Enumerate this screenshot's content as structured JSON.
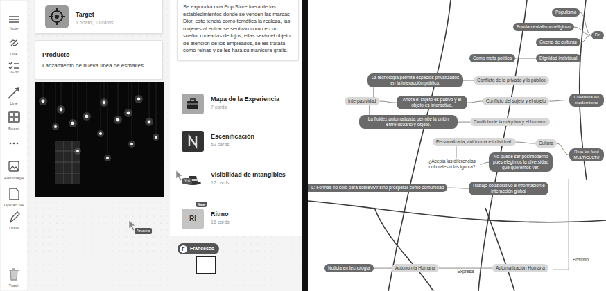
{
  "diagram": {
    "nodes": [
      {
        "text": [
          "Target",
          "1 board, 10 cards"
        ]
      },
      {
        "text": [
          "Se expondrá una Pop Store fuera de los establecimientos donde se venden las marcas Dior, este tendrá como temática la realeza, las mujeres al entrar se sentirán como en un sueño, rodeadas de lujos, ellas serán el objeto de atención de los empleados, se les tratará como reinas y se les hará su manicura gratis."
        ]
      },
      {
        "text": [
          "Producto",
          "Lanzamiento de nueva línea de esmaltes"
        ]
      },
      {
        "text": [
          "Mapa de la Experiencia",
          "7 cards"
        ]
      },
      {
        "text": [
          "Escenificación",
          "52 cards"
        ]
      },
      {
        "text": [
          "Visibilidad de Intangibles",
          "12 cards"
        ]
      },
      {
        "text": [
          "Ritmo",
          "16 cards"
        ]
      },
      {
        "text": [
          "Populismo"
        ]
      },
      {
        "text": [
          "Fundamentalismo religioso"
        ]
      },
      {
        "text": [
          "Fin"
        ]
      },
      {
        "text": [
          "Guerra de culturas"
        ]
      },
      {
        "text": [
          "Como meta política"
        ]
      },
      {
        "text": [
          "Dignidad individual"
        ]
      },
      {
        "text": [
          "La tecnología permite espacios privatizados en la interacción pública."
        ]
      },
      {
        "text": [
          "Conflicto de lo privado y lo público"
        ]
      },
      {
        "text": [
          "Interpasividad"
        ]
      },
      {
        "text": [
          "Ahora el sujeto es pasivo y el objeto es interactivo."
        ]
      },
      {
        "text": [
          "Conflicto del sujeto y el objeto"
        ]
      },
      {
        "text": [
          "Cuestiona los modernismo"
        ]
      },
      {
        "text": [
          "La fluidez automatizada permite la unión entre usuario y objeto."
        ]
      },
      {
        "text": [
          "Conflicto de la máquina y el humano"
        ]
      },
      {
        "text": [
          "Personalizada, autónoma e individual."
        ]
      },
      {
        "text": [
          "Cultura"
        ]
      },
      {
        "text": [
          "Reta las fund MULTICULTU"
        ]
      },
      {
        "text": [
          "¿Acepta las diferencias culturales o las ignora?"
        ]
      },
      {
        "text": [
          "No puede ser postmoderno pues elegimos la diversidad que queremos ver."
        ]
      },
      {
        "text": [
          "L: Formas no solo para sobrevivir sino prosperar como comunidad"
        ]
      },
      {
        "text": [
          "Trabajo colaborativo e información e interacción global"
        ]
      },
      {
        "text": [
          "Noticia en tecnología"
        ]
      },
      {
        "text": [
          "Autonomía Humana"
        ]
      },
      {
        "text": [
          "Automatización Humana"
        ]
      }
    ],
    "edges": [
      {
        "from": 7,
        "to": 9,
        "arrow": "none"
      },
      {
        "from": 8,
        "to": 9,
        "arrow": "none"
      },
      {
        "from": 10,
        "to": 9,
        "arrow": "none"
      },
      {
        "from": 11,
        "to": 12,
        "arrow": "none"
      },
      {
        "from": 15,
        "to": 13,
        "arrow": "none"
      },
      {
        "from": 15,
        "to": 16,
        "arrow": "none"
      },
      {
        "from": 15,
        "to": 19,
        "arrow": "none"
      },
      {
        "from": 13,
        "to": 14,
        "arrow": "none"
      },
      {
        "from": 16,
        "to": 17,
        "arrow": "none"
      },
      {
        "from": 19,
        "to": 20,
        "arrow": "none"
      },
      {
        "from": 17,
        "to": 18,
        "arrow": "none"
      },
      {
        "from": 21,
        "to": 22,
        "arrow": "none"
      },
      {
        "from": 21,
        "to": 24,
        "arrow": "none"
      },
      {
        "from": 24,
        "to": 25,
        "arrow": "none"
      },
      {
        "from": 22,
        "to": 23,
        "arrow": "none"
      },
      {
        "from": 26,
        "to": 27,
        "arrow": "none"
      },
      {
        "from": 28,
        "to": 29,
        "arrow": "none"
      },
      {
        "from": 29,
        "to": 30,
        "label": "Expresa",
        "arrow": "none"
      }
    ],
    "labels": [
      "Note",
      "Link",
      "To-do",
      "Line",
      "Board",
      "Add image",
      "Upload file",
      "Draw",
      "Trash",
      "New",
      "RI",
      "Yuli",
      "Azucena",
      "F",
      "Francesco",
      "Positivo"
    ]
  }
}
